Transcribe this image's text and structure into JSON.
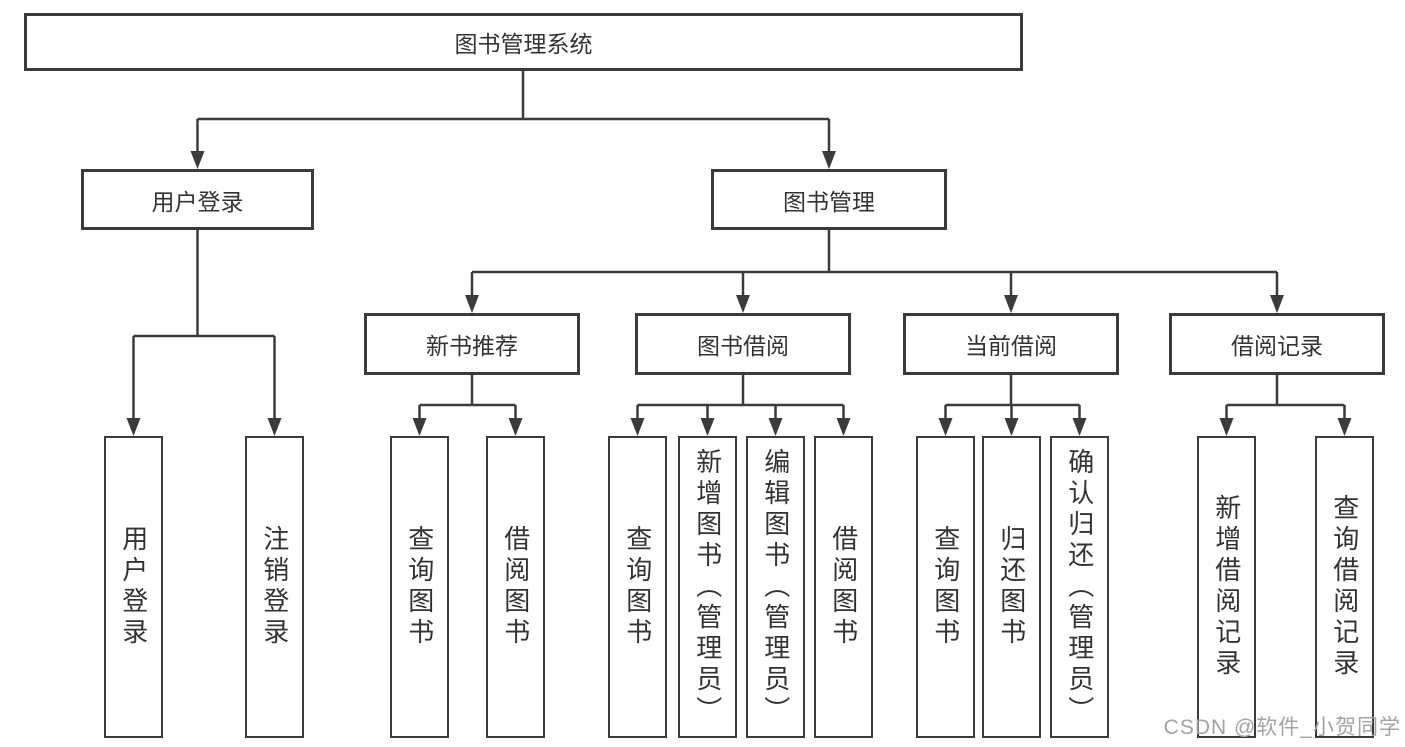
{
  "nodes": {
    "root": "图书管理系统",
    "user_login": "用户登录",
    "book_management": "图书管理",
    "new_book_recommend": "新书推荐",
    "book_borrow": "图书借阅",
    "current_borrow": "当前借阅",
    "borrow_record": "借阅记录",
    "leaf_login": "用户登录",
    "leaf_logout": "注销登录",
    "leaf_recommend_query_book": "查询图书",
    "leaf_recommend_borrow_book": "借阅图书",
    "leaf_borrow_query_book": "查询图书",
    "leaf_borrow_add_book_admin": "新增图书（管理员）",
    "leaf_borrow_edit_book_admin": "编辑图书（管理员）",
    "leaf_borrow_borrow_book": "借阅图书",
    "leaf_current_query_book": "查询图书",
    "leaf_current_return_book": "归还图书",
    "leaf_current_confirm_return_admin": "确认归还（管理员）",
    "leaf_record_add_record": "新增借阅记录",
    "leaf_record_query_record": "查询借阅记录"
  },
  "structure": {
    "图书管理系统": [
      "用户登录",
      "图书管理"
    ],
    "用户登录": [
      "用户登录",
      "注销登录"
    ],
    "图书管理": [
      "新书推荐",
      "图书借阅",
      "当前借阅",
      "借阅记录"
    ],
    "新书推荐": [
      "查询图书",
      "借阅图书"
    ],
    "图书借阅": [
      "查询图书",
      "新增图书（管理员）",
      "编辑图书（管理员）",
      "借阅图书"
    ],
    "当前借阅": [
      "查询图书",
      "归还图书",
      "确认归还（管理员）"
    ],
    "借阅记录": [
      "新增借阅记录",
      "查询借阅记录"
    ]
  },
  "watermark": {
    "text": "CSDN @软件_小贺同学"
  },
  "colors": {
    "line": "#3b3b3b",
    "text": "#333333",
    "background": "#ffffff",
    "watermark": "#a3a3a3"
  }
}
